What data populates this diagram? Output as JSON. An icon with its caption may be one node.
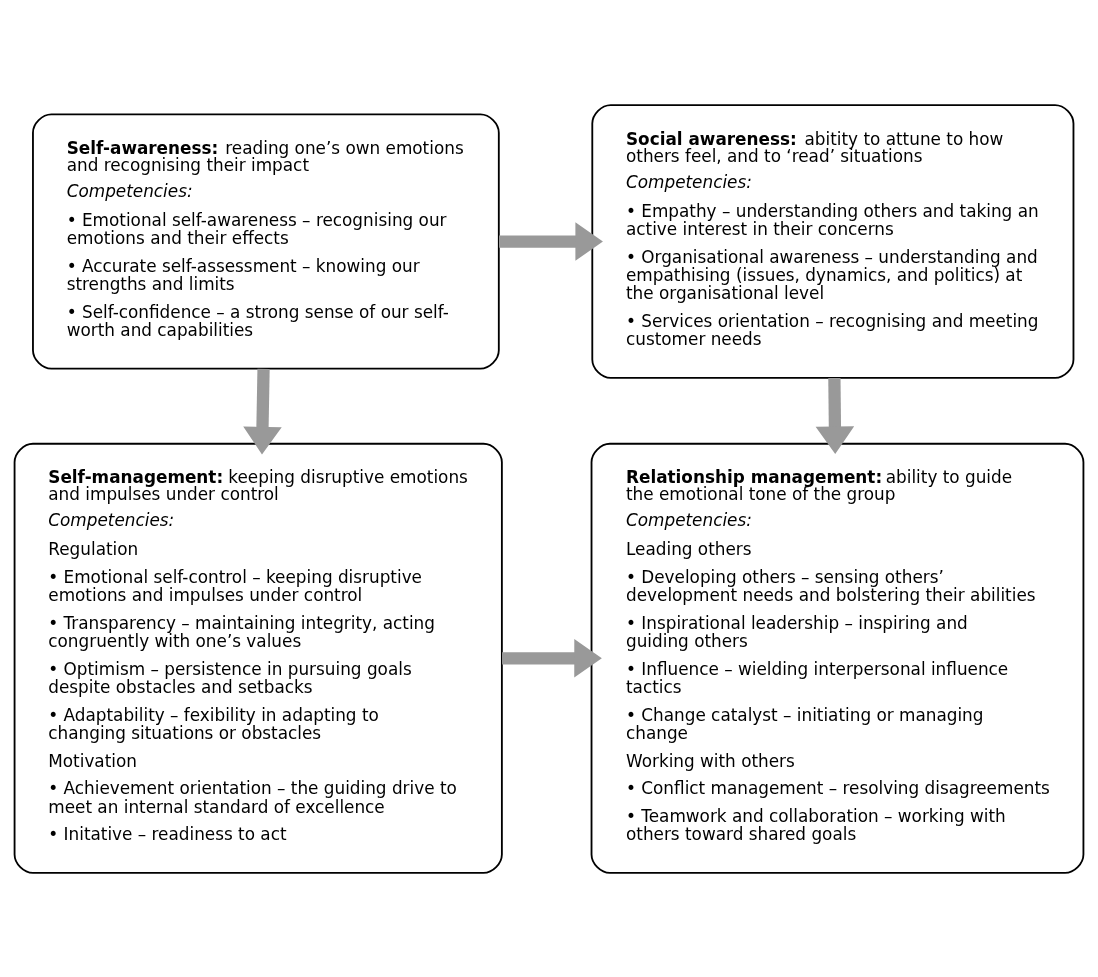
{
  "diagram": {
    "nodes": [
      {
        "text": [
          "**Self-awareness:** reading one’s own emotions and recognising their impact",
          "Competencies:",
          "• Emotional self-awareness – recognising our emotions and their effects",
          "• Accurate self-assessment – knowing our strengths and limits",
          "• Self-confidence – a strong sense of our self-worth and capabilities"
        ]
      },
      {
        "text": [
          "**Social awareness:** abitity to attune to how others feel, and to ‘read’ situations",
          "Competencies:",
          "• Empathy – understanding others and taking an active interest in their concerns",
          "• Organisational awareness – understanding and empathising (issues, dynamics, and politics) at the organisational level",
          "• Services orientation – recognising and meeting customer needs"
        ]
      },
      {
        "text": [
          "**Self-management:** keeping disruptive emotions and impulses under control",
          "Competencies:",
          "Regulation",
          "• Emotional self-control – keeping disruptive emotions and impulses under control",
          "• Transparency – maintaining integrity, acting congruently with one’s values",
          "• Optimism – persistence in pursuing goals despite obstacles and setbacks",
          "• Adaptability – fexibility in adapting to changing situations or obstacles",
          "Motivation",
          "• Achievement orientation – the guiding drive to meet an internal standard of excellence",
          "• Initative – readiness to act"
        ]
      },
      {
        "text": [
          "**Relationship management:** ability to guide the emotional tone of the group",
          "Competencies:",
          "Leading others",
          "• Developing others – sensing others’ development needs and bolstering their abilities",
          "• Inspirational leadership – inspiring and guiding others",
          "• Influence – wielding interpersonal influence tactics",
          "• Change catalyst – initiating or managing change",
          "Working with others",
          "• Conflict management – resolving disagreements",
          "• Teamwork and collaboration – working with others toward shared goals"
        ]
      }
    ],
    "edges": [
      {
        "from": 0,
        "to": 1,
        "arrow": "to"
      },
      {
        "from": 0,
        "to": 2,
        "arrow": "to"
      },
      {
        "from": 1,
        "to": 3,
        "arrow": "to"
      },
      {
        "from": 2,
        "to": 3,
        "arrow": "to"
      }
    ]
  }
}
